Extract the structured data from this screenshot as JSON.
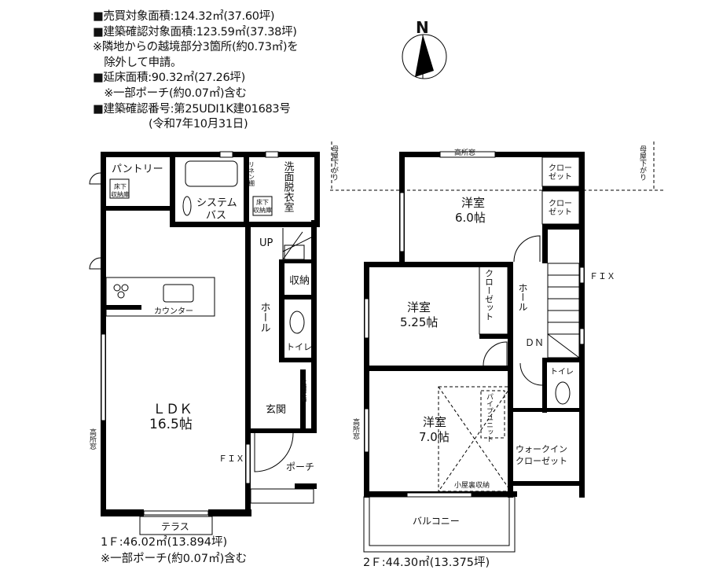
{
  "summary": {
    "lines": [
      "■売買対象面積:124.32㎡(37.60坪)",
      "■建築確認対象面積:123.59㎡(37.38坪)",
      "※隣地からの越境部分3箇所(約0.73㎡)を",
      "　除外して申請。",
      "■延床面積:90.32㎡(27.26坪)",
      "　※一部ポーチ(約0.07㎡)含む",
      "■建築確認番号:第25UDI1K建01683号",
      "　　　　　(令和7年10月31日)"
    ]
  },
  "compass": {
    "label": "N"
  },
  "floor1": {
    "area_label": "1Ｆ:46.02㎡(13.894坪)",
    "note": "※一部ポーチ(約0.07㎡)含む",
    "rooms": {
      "pantry": "パントリー",
      "underfloor_1": "床下",
      "underfloor_2": "収納庫",
      "bath_1": "システム",
      "bath_2": "バス",
      "linen": "リネン棚",
      "wash": "洗面脱衣室",
      "up": "UP",
      "storage": "収納",
      "hall": "ホール",
      "toilet": "トイレ",
      "counter": "カウンター",
      "ldk_1": "ＬＤＫ",
      "ldk_2": "16.5帖",
      "entrance": "玄関",
      "entrance_storage": "玄関収納",
      "fix": "ＦＩＸ",
      "high_window": "高所窓",
      "porch": "ポーチ",
      "terrace": "テラス"
    }
  },
  "floor2": {
    "area_label": "2Ｆ:44.30㎡(13.375坪)",
    "rooms": {
      "high_window_top": "高所窓",
      "room6_1": "洋室",
      "room6_2": "6.0帖",
      "closet_a": "クロー\nゼット",
      "closet_b": "クロー\nゼット",
      "closet_c": "クローゼット",
      "fix": "ＦＩＸ",
      "room525_1": "洋室",
      "room525_2": "5.25帖",
      "hall": "ホール",
      "dn": "ＤＮ",
      "toilet": "トイレ",
      "room7_1": "洋室",
      "room7_2": "7.0帖",
      "pipe_unit": "パイプユニット",
      "high_window_left": "高所窓",
      "wic_1": "ウォークイン",
      "wic_2": "クローゼット",
      "attic": "小屋裏収納",
      "balcony": "バルコニー",
      "main_house_lower": "母屋下がり"
    }
  }
}
